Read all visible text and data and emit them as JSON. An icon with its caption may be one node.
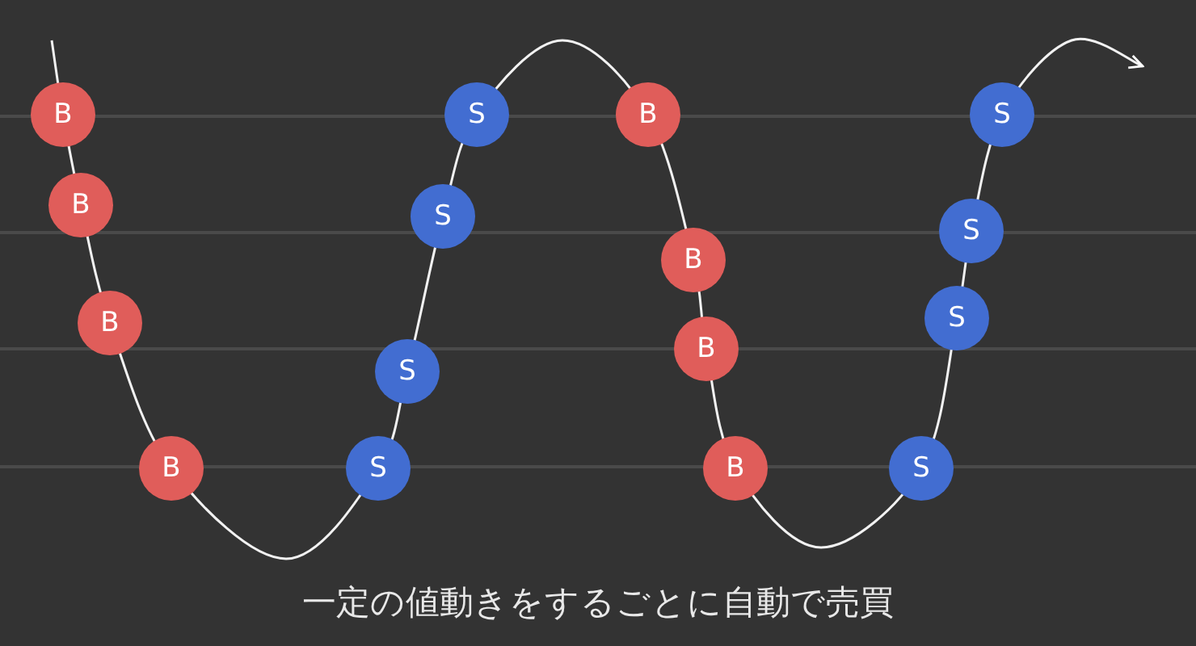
{
  "diagram": {
    "caption": "一定の値動きをするごとに自動で売買",
    "nodes": [
      {
        "text": [
          "B"
        ]
      },
      {
        "text": [
          "B"
        ]
      },
      {
        "text": [
          "B"
        ]
      },
      {
        "text": [
          "B"
        ]
      },
      {
        "text": [
          "S"
        ]
      },
      {
        "text": [
          "S"
        ]
      },
      {
        "text": [
          "S"
        ]
      },
      {
        "text": [
          "S"
        ]
      },
      {
        "text": [
          "B"
        ]
      },
      {
        "text": [
          "B"
        ]
      },
      {
        "text": [
          "B"
        ]
      },
      {
        "text": [
          "B"
        ]
      },
      {
        "text": [
          "S"
        ]
      },
      {
        "text": [
          "S"
        ]
      },
      {
        "text": [
          "S"
        ]
      },
      {
        "text": [
          "S"
        ]
      }
    ]
  }
}
